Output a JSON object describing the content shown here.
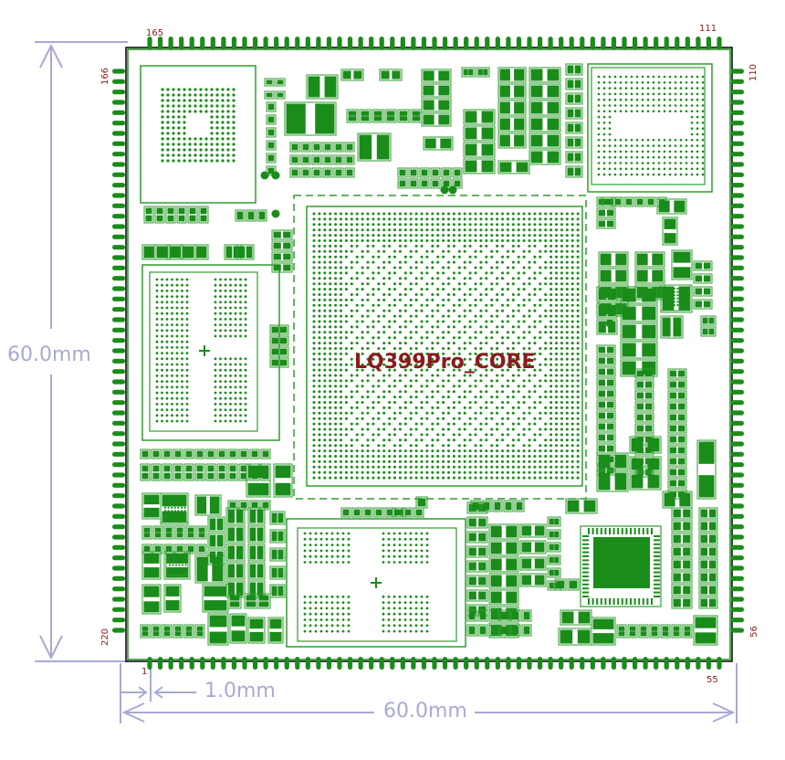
{
  "board": {
    "title": "LQ399Pro_CORE"
  },
  "dimensions": {
    "height": "60.0mm",
    "width": "60.0mm",
    "pitch": "1.0mm"
  },
  "pin_labels": {
    "top_left": "165",
    "top_right": "111",
    "left_top": "166",
    "left_bottom": "220",
    "right_top": "110",
    "right_bottom": "56",
    "bottom_left": "1",
    "bottom_right": "55"
  },
  "colors": {
    "copper": "#1a8c1a",
    "copper_dark": "#0d6b0d",
    "silk": "#2e9e2e",
    "title": "#8b1a1a",
    "dimension": "#a9a9d6"
  }
}
